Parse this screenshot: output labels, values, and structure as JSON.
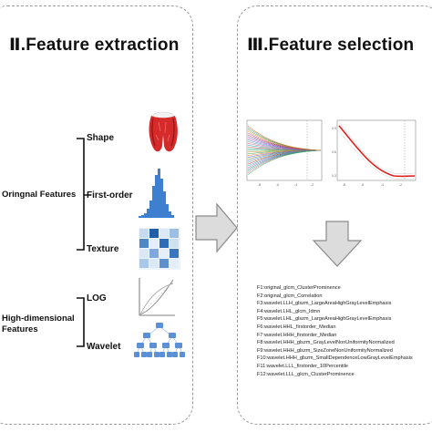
{
  "titles": {
    "left": "Ⅱ.Feature extraction",
    "right": "Ⅲ.Feature selection"
  },
  "original_features": {
    "group_label": "Oringnal Features",
    "items": [
      "Shape",
      "First-order",
      "Texture"
    ]
  },
  "high_dimensional_features": {
    "group_label_line1": "High-dimensional",
    "group_label_line2": "Features",
    "items": [
      "LOG",
      "Wavelet"
    ]
  },
  "selected_features": [
    "F1:original_glcm_ClusterProminence",
    "F2:original_glcm_Correlation",
    "F3:wavelet.LLH_glszm_LargeAreaHighGrayLevelEmphasis",
    "F4:wavelet.LHL_glcm_Idmn",
    "F5:wavelet.LHL_glszm_LargeAreaHighGrayLevelEmphasis",
    "F6:wavelet.HHL_firstorder_Median",
    "F7:wavelet.HHH_firstorder_Median",
    "F8:wavelet.HHH_glszm_GrayLevelNonUniformityNormalized",
    "F9:wavelet.HHH_glszm_SizeZoneNonUniformityNormalized",
    "F10:wavelet.HHH_glszm_SmallDependenceLowGrayLevelEmphasis",
    "F11:wavelet.LLL_firstorder_10Percentile",
    "F12:wavelet.LLL_glcm_ClusterProminence"
  ],
  "colors": {
    "border": "#9a9a9a",
    "arrow_fill": "#dcdcdc",
    "arrow_stroke": "#8a8a8a",
    "shape_red": "#d42a2a",
    "histogram_blue": "#3f7fd0",
    "texture_blue": "#4f86c6",
    "tree_blue": "#5b8fd6",
    "cv_curve_red": "#e02020"
  }
}
